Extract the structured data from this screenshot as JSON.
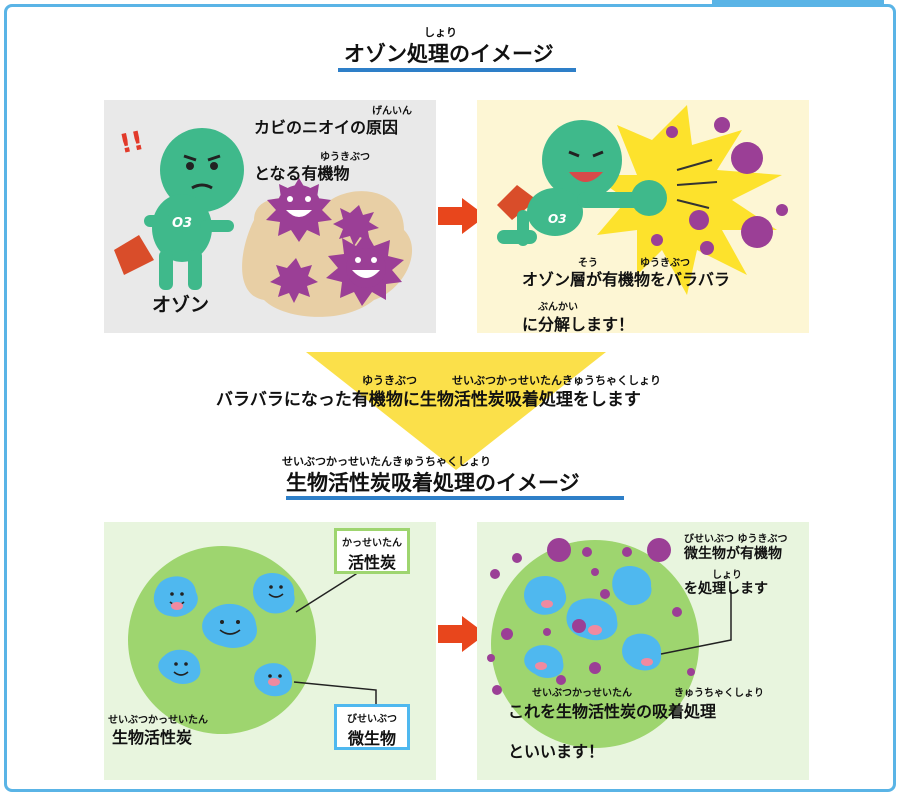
{
  "colors": {
    "frame": "#5ab4e6",
    "title_underline": "#2e7fc8",
    "ozone": "#3fb98b",
    "germ": "#9b3f96",
    "arrow": "#e8461c",
    "carbon": "#9ed56f",
    "microbe": "#4fb8ef",
    "yellow_funnel": "#fbe04a"
  },
  "section1": {
    "title_furigana": "しょり",
    "title": "オゾン処理のイメージ"
  },
  "panel_left1": {
    "line1": "カビのニオイの原因",
    "line1_furigana": "げんいん",
    "line2_furigana": "ゆうきぶつ",
    "line2": "となる有機物",
    "exclaim": "!!",
    "ozone_label": "オゾン",
    "o3_mark": "O3"
  },
  "panel_right1": {
    "line1_furigana_a": "そう",
    "line1_furigana_b": "ゆうきぶつ",
    "line1": "オゾン層が有機物をバラバラ",
    "line2_furigana": "ぶんかい",
    "line2": "に分解します！",
    "o3_mark": "O3"
  },
  "funnel": {
    "furigana_a": "ゆうきぶつ",
    "furigana_b": "せいぶつかっせいたんきゅうちゃくしょり",
    "text": "バラバラになった有機物に生物活性炭吸着処理をします"
  },
  "section2": {
    "title_furigana": "せいぶつかっせいたんきゅうちゃくしょり",
    "title": "生物活性炭吸着処理のイメージ"
  },
  "panel_left2": {
    "activated_carbon_furigana": "かっせいたん",
    "activated_carbon": "活性炭",
    "microbe_furigana": "びせいぶつ",
    "microbe": "微生物",
    "bio_carbon_furigana": "せいぶつかっせいたん",
    "bio_carbon": "生物活性炭"
  },
  "panel_right2": {
    "top_furigana": "びせいぶつ ゆうきぶつ",
    "top_line1": "微生物が有機物",
    "top_furigana2": "しょり",
    "top_line2": "を処理します",
    "bottom_furigana_a": "せいぶつかっせいたん",
    "bottom_furigana_b": "きゅうちゃくしょり",
    "bottom_line1": "これを生物活性炭の吸着処理",
    "bottom_line2": "といいます！"
  }
}
